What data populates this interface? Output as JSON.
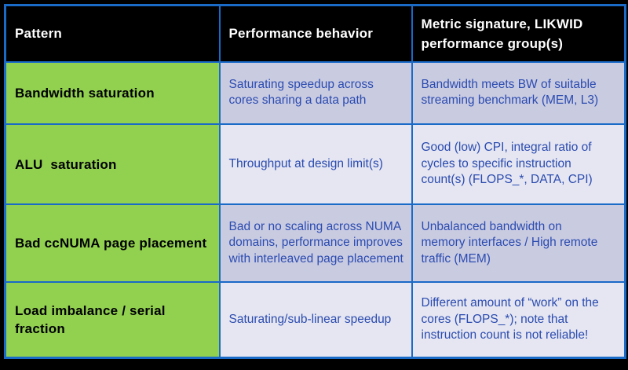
{
  "title": "Performance patterns table",
  "colors": {
    "header_bg": "#000000",
    "header_text": "#FFFFFF",
    "pattern_green": "#92D050",
    "pattern_text": "#000000",
    "band_dark": "#C9CBE1",
    "band_light": "#E5E6F1",
    "border_blue": "#1A6AC8",
    "body_text": "#2B4BB0",
    "canvas_bg": "#000000"
  },
  "table": {
    "columns": [
      "Pattern",
      "Performance behavior",
      "Metric signature, LIKWID\nperformance group(s)"
    ],
    "rows": [
      {
        "pattern": "Bandwidth saturation",
        "behavior": "Saturating speedup across\ncores sharing a data path",
        "signature": "Bandwidth meets BW of suitable\nstreaming benchmark (MEM, L3)"
      },
      {
        "pattern": "ALU  saturation",
        "behavior": "Throughput at design limit(s)",
        "signature": "Good (low) CPI, integral ratio of\ncycles to specific instruction\ncount(s) (FLOPS_*, DATA, CPI)"
      },
      {
        "pattern": "Bad ccNUMA page placement",
        "behavior": "Bad or no scaling across NUMA\ndomains, performance improves\nwith interleaved page placement",
        "signature": "Unbalanced bandwidth on\nmemory interfaces / High remote\ntraffic (MEM)"
      },
      {
        "pattern": "Load imbalance / serial\nfraction",
        "behavior": "Saturating/sub-linear speedup",
        "signature": "Different amount of “work” on the\ncores (FLOPS_*); note that\ninstruction count is not reliable!"
      }
    ]
  }
}
